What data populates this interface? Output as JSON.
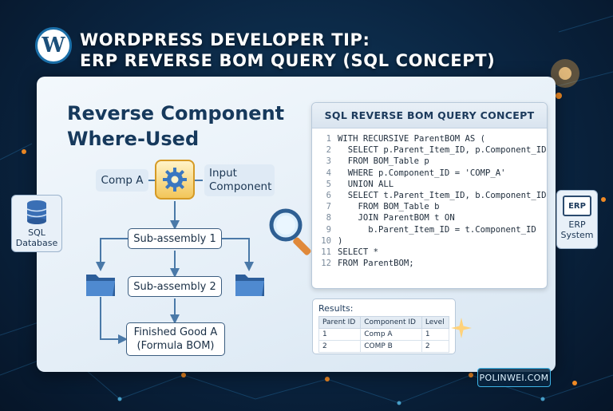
{
  "header": {
    "logo_letter": "W",
    "title_line_1": "WORDPRESS DEVELOPER TIP:",
    "title_line_2": "ERP REVERSE BOM QUERY (SQL CONCEPT)"
  },
  "diagram": {
    "heading_line_1": "Reverse Component",
    "heading_line_2": "Where-Used",
    "comp_a": "Comp A",
    "input_component_line_1": "Input",
    "input_component_line_2": "Component",
    "sub_assembly_1": "Sub-assembly 1",
    "sub_assembly_2": "Sub-assembly 2",
    "finished_good_line_1": "Finished Good A",
    "finished_good_line_2": "(Formula BOM)"
  },
  "side": {
    "sql_database_line_1": "SQL",
    "sql_database_line_2": "Database",
    "erp_badge": "ERP",
    "erp_system_line_1": "ERP",
    "erp_system_line_2": "System"
  },
  "code": {
    "title": "SQL REVERSE BOM QUERY CONCEPT",
    "lines": [
      {
        "n": "1",
        "text": "WITH RECURSIVE ParentBOM AS ("
      },
      {
        "n": "2",
        "text": "  SELECT p.Parent_Item_ID, p.Component_ID"
      },
      {
        "n": "3",
        "text": "  FROM BOM_Table p"
      },
      {
        "n": "4",
        "text": "  WHERE p.Component_ID = 'COMP_A'"
      },
      {
        "n": "5",
        "text": "  UNION ALL"
      },
      {
        "n": "6",
        "text": "  SELECT t.Parent_Item_ID, b.Component_ID"
      },
      {
        "n": "7",
        "text": "    FROM BOM_Table b"
      },
      {
        "n": "8",
        "text": "    JOIN ParentBOM t ON"
      },
      {
        "n": "9",
        "text": "      b.Parent_Item_ID = t.Component_ID"
      },
      {
        "n": "10",
        "text": ")"
      },
      {
        "n": "11",
        "text": "SELECT *"
      },
      {
        "n": "12",
        "text": "FROM ParentBOM;"
      }
    ]
  },
  "results": {
    "title": "Results:",
    "headers": [
      "Parent ID",
      "Component ID",
      "Level"
    ],
    "rows": [
      [
        "1",
        "Comp A",
        "1"
      ],
      [
        "2",
        "COMP B",
        "2"
      ]
    ]
  },
  "footer": {
    "site": "POLINWEI.COM"
  },
  "colors": {
    "background": "#0a2440",
    "panel": "#e4eef7",
    "accent_orange": "#f08a24",
    "accent_cyan": "#3db3e6"
  }
}
